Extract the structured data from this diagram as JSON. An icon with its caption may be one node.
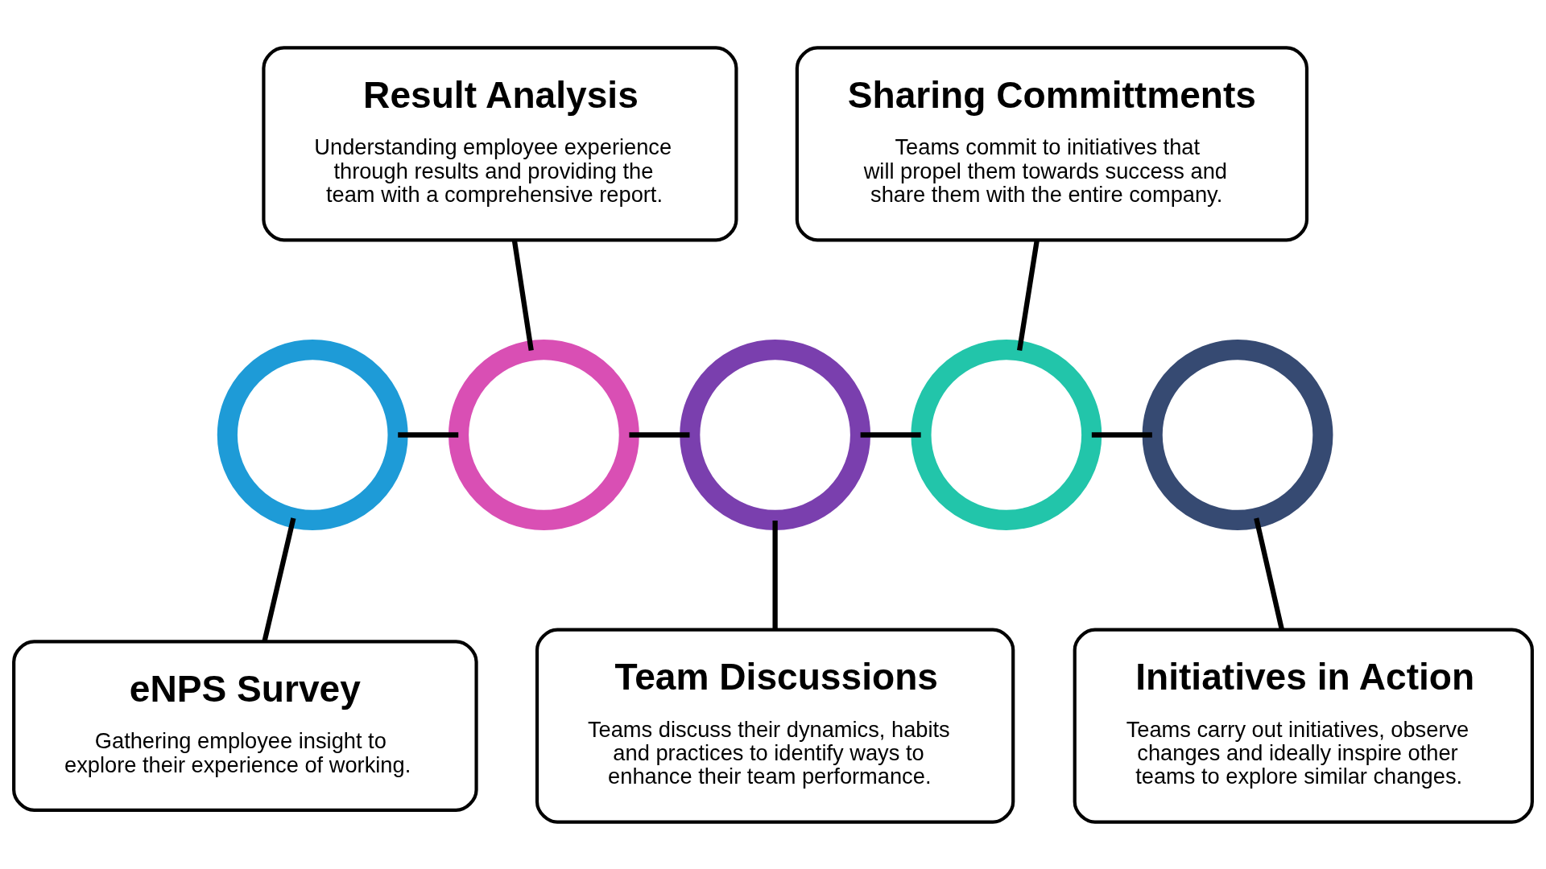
{
  "diagram": {
    "nodes": [
      {
        "text": [],
        "shape": "circle"
      },
      {
        "text": [],
        "shape": "circle"
      },
      {
        "text": [],
        "shape": "circle"
      },
      {
        "text": [],
        "shape": "circle"
      },
      {
        "text": [],
        "shape": "circle"
      },
      {
        "text": [
          "eNPS Survey",
          "Gathering employee insight to explore their experience of working."
        ]
      },
      {
        "text": [
          "Result Analysis",
          "Understanding employee experience through results and providing the team with a comprehensive report."
        ]
      },
      {
        "text": [
          "Team Discussions",
          "Teams discuss their dynamics, habits and practices to identify ways to enhance their team performance."
        ]
      },
      {
        "text": [
          "Sharing Committments",
          "Teams commit to initiatives that will propel them towards success and share them with the entire company."
        ]
      },
      {
        "text": [
          "Initiatives in Action",
          "Teams carry out initiatives, observe changes and ideally inspire other teams to explore similar changes."
        ]
      }
    ],
    "edges": [
      {
        "from": 0,
        "to": 1,
        "arrow": "none"
      },
      {
        "from": 1,
        "to": 2,
        "arrow": "none"
      },
      {
        "from": 2,
        "to": 3,
        "arrow": "none"
      },
      {
        "from": 3,
        "to": 4,
        "arrow": "none"
      },
      {
        "from": 0,
        "to": 5,
        "arrow": "none"
      },
      {
        "from": 6,
        "to": 1,
        "arrow": "none"
      },
      {
        "from": 2,
        "to": 7,
        "arrow": "none"
      },
      {
        "from": 8,
        "to": 3,
        "arrow": "none"
      },
      {
        "from": 4,
        "to": 9,
        "arrow": "none"
      }
    ]
  }
}
